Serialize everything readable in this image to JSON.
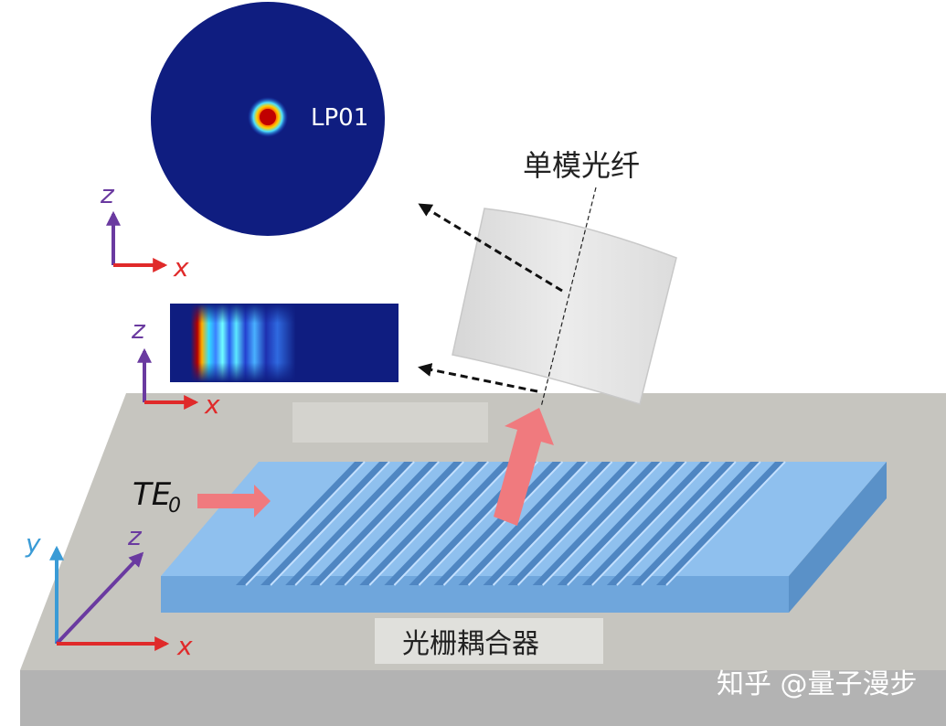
{
  "labels": {
    "fiber": "单模光纤",
    "coupler": "光栅耦合器",
    "mode": "LP01",
    "input_mode_main": "TE",
    "input_mode_sub": "0"
  },
  "axes": {
    "top": {
      "vertical": "z",
      "horizontal": "x"
    },
    "mid": {
      "vertical": "z",
      "horizontal": "x"
    },
    "bottom": {
      "vertical": "y",
      "depth": "z",
      "horizontal": "x"
    }
  },
  "watermark": "知乎 @量子漫步",
  "colors": {
    "substrate": "#c4c3bd",
    "waveguide": "#7fb4e6",
    "mode_background": "#0f1d80",
    "arrow": "#f07a7e",
    "axis_x": "#e02a2a",
    "axis_z": "#6a3aa0",
    "axis_y": "#3a9bd6"
  },
  "icons": [
    "fiber-cylinder",
    "mode-field-circle",
    "mode-field-strip",
    "axis-triad"
  ]
}
